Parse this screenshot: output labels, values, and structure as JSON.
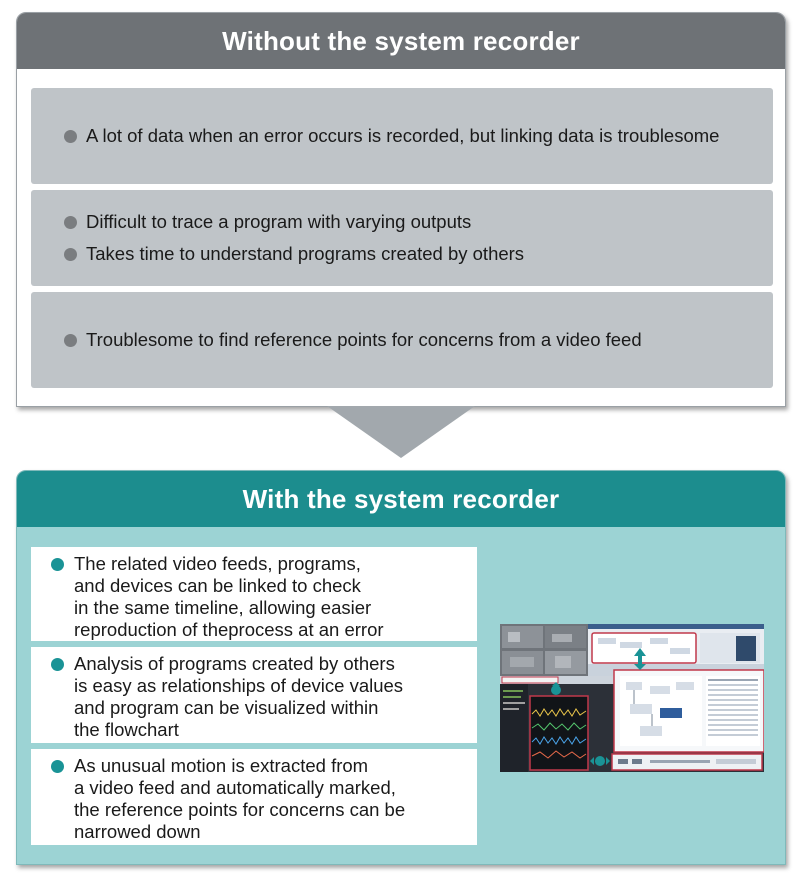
{
  "without": {
    "title": "Without the system recorder",
    "groups": [
      [
        "A lot of data when an error occurs is recorded, but linking data is troublesome"
      ],
      [
        "Difficult to trace a program with varying outputs",
        "Takes time to understand programs created by others"
      ],
      [
        "Troublesome to find reference points for concerns from a video feed"
      ]
    ]
  },
  "with": {
    "title": "With the system recorder",
    "items": [
      "The related video feeds, programs,\nand devices can be linked to check\nin the same timeline, allowing easier\nreproduction of theprocess at an error",
      "Analysis of programs created by others\nis easy as relationships of device values\nand program can be visualized within\nthe flowchart",
      "As unusual motion is extracted from\na video feed and automatically marked,\nthe reference points for concerns can be\nnarrowed down"
    ]
  },
  "colors": {
    "header_gray": "#6e7276",
    "box_gray": "#bfc4c8",
    "header_teal": "#1c8d8e",
    "panel_teal": "#9cd3d4",
    "highlight_red": "#c0394b"
  }
}
